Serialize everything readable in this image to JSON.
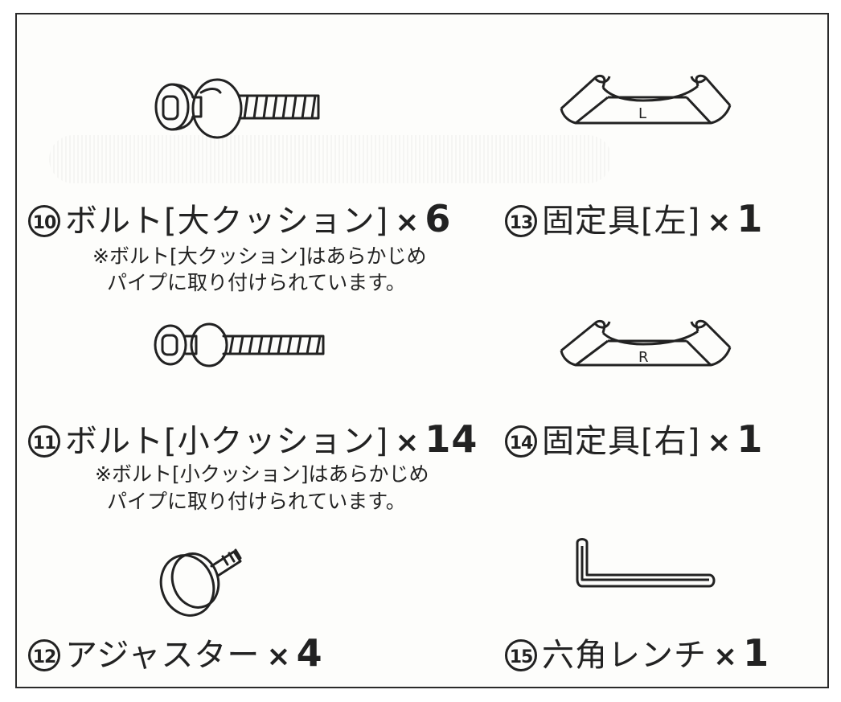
{
  "items": [
    {
      "id": "10",
      "name": "ボルト[大クッション]",
      "mult": "×",
      "qty": "6",
      "note1": "※ボルト[大クッション]はあらかじめ",
      "note2": "パイプに取り付けられています。"
    },
    {
      "id": "11",
      "name": "ボルト[小クッション]",
      "mult": "×",
      "qty": "14",
      "note1": "※ボルト[小クッション]はあらかじめ",
      "note2": "パイプに取り付けられています。"
    },
    {
      "id": "12",
      "name": "アジャスター",
      "mult": "×",
      "qty": "4"
    },
    {
      "id": "13",
      "name": "固定具[左]",
      "mult": "×",
      "qty": "1",
      "part_mark": "L"
    },
    {
      "id": "14",
      "name": "固定具[右]",
      "mult": "×",
      "qty": "1",
      "part_mark": "R"
    },
    {
      "id": "15",
      "name": "六角レンチ",
      "mult": "×",
      "qty": "1"
    }
  ]
}
